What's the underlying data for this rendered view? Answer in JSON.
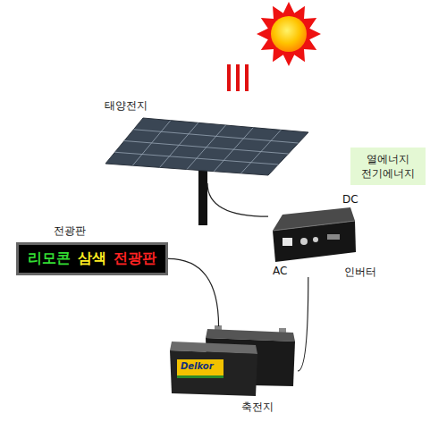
{
  "diagram": {
    "nodes": [
      {
        "text": [
          "태양전지"
        ]
      },
      {
        "text": [
          "열에너지 전기에너지"
        ]
      },
      {
        "text": [
          "인버터"
        ]
      },
      {
        "text": [
          "전광판",
          "리모콘",
          "삼색",
          "전광판"
        ]
      },
      {
        "text": [
          "축전지"
        ]
      }
    ],
    "edges": [
      {
        "from": 0,
        "to": 2,
        "arrow": "none"
      },
      {
        "from": 2,
        "to": 4,
        "arrow": "none"
      },
      {
        "from": 3,
        "to": 4,
        "arrow": "none"
      }
    ],
    "labels": [
      "DC",
      "AC",
      "Delkor"
    ]
  }
}
